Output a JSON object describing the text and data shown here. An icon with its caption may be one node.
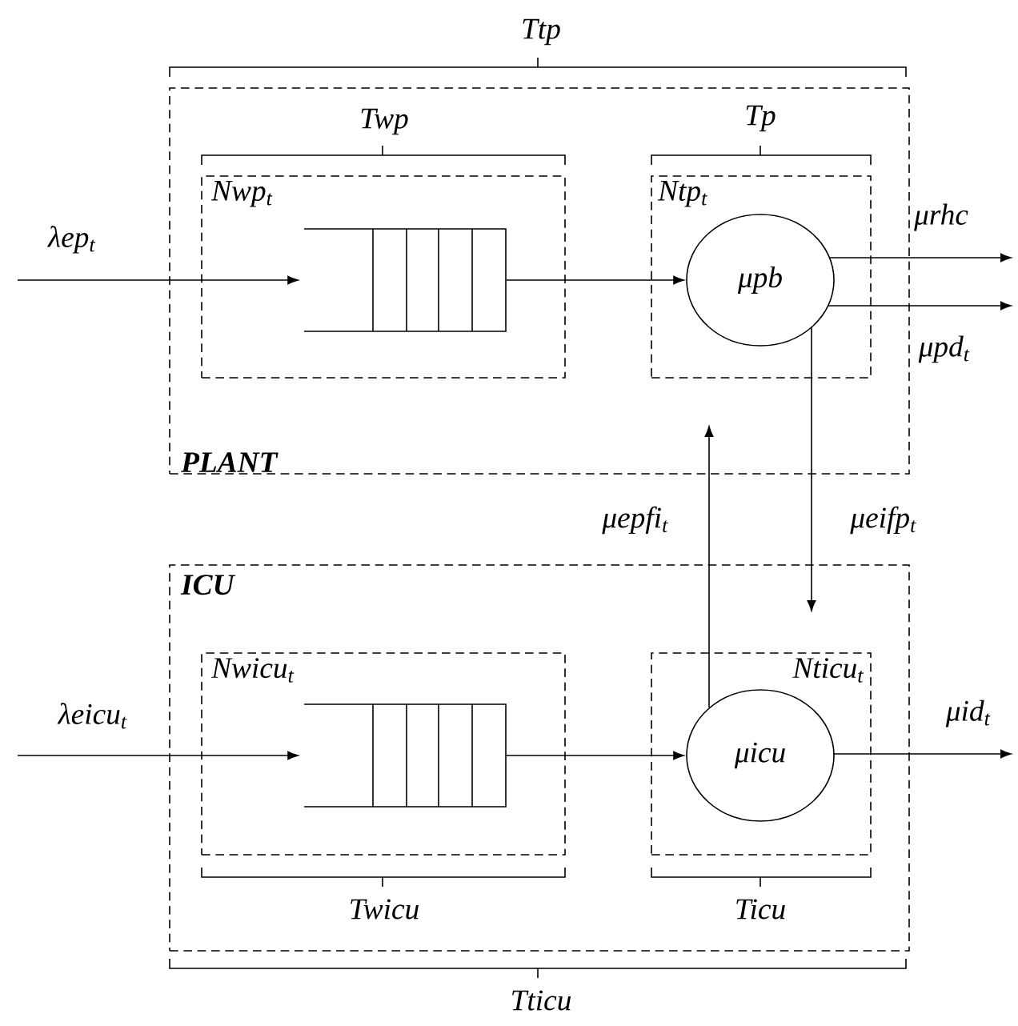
{
  "diagram": {
    "nodes": [
      {
        "text": [
          "PLANT"
        ],
        "beside": [
          "Ttp"
        ]
      },
      {
        "text": [
          "Nwp$_{t}$"
        ],
        "in": 0,
        "beside": [
          "Twp"
        ]
      },
      {
        "text": [],
        "shape": "box",
        "in": 1
      },
      {
        "text": [
          "Ntp$_{t}$"
        ],
        "in": 0,
        "beside": [
          "Tp"
        ]
      },
      {
        "text": [
          "μpb"
        ],
        "in": 3
      },
      {
        "text": [
          "ICU"
        ],
        "beside": [
          "Tticu"
        ]
      },
      {
        "text": [
          "Nwicu$_{t}$"
        ],
        "in": 5,
        "beside": [
          "Twicu"
        ]
      },
      {
        "text": [],
        "shape": "box",
        "in": 6
      },
      {
        "text": [
          "Nticu$_{t}$"
        ],
        "in": 5,
        "beside": [
          "Ticu"
        ]
      },
      {
        "text": [
          "μicu"
        ],
        "in": 8
      }
    ],
    "edges": [
      {
        "from": null,
        "to": 2,
        "arrow": "to",
        "label": "λep$_{t}$"
      },
      {
        "from": 2,
        "to": 4,
        "arrow": "to"
      },
      {
        "from": 4,
        "to": null,
        "arrow": "to",
        "label": "μrhc"
      },
      {
        "from": 4,
        "to": null,
        "arrow": "to",
        "label": "μpd$_{t}$"
      },
      {
        "from": 4,
        "to": null,
        "arrow": "to",
        "label": "μeifp$_{t}$"
      },
      {
        "from": null,
        "to": 7,
        "arrow": "to",
        "label": "λeicu$_{t}$"
      },
      {
        "from": 7,
        "to": 9,
        "arrow": "to"
      },
      {
        "from": 9,
        "to": null,
        "arrow": "to",
        "label": "μid$_{t}$"
      },
      {
        "from": 9,
        "to": null,
        "arrow": "to",
        "label": "μepfi$_{t}$"
      }
    ]
  }
}
